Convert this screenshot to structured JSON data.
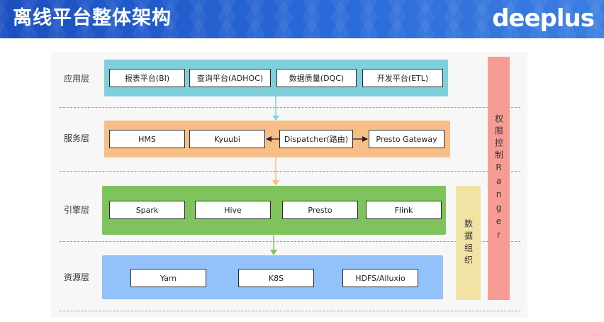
{
  "header": {
    "title": "离线平台整体架构",
    "brand": "deeplus"
  },
  "colors": {
    "header_bg": "#2a6ad8",
    "app_layer": "#7fd0dd",
    "service_layer": "#f7be87",
    "engine_layer": "#7fc35d",
    "resource_layer": "#93c2fb",
    "data_org": "#f1e3a4",
    "permission": "#f79c93"
  },
  "layers": {
    "app": {
      "label": "应用层",
      "items": [
        "报表平台(BI)",
        "查询平台(ADHOC)",
        "数据质量(DQC)",
        "开发平台(ETL)"
      ]
    },
    "service": {
      "label": "服务层",
      "items": [
        "HMS",
        "Kyuubi",
        "Dispatcher(路由)",
        "Presto Gateway"
      ]
    },
    "engine": {
      "label": "引擎层",
      "items": [
        "Spark",
        "Hive",
        "Presto",
        "Flink"
      ]
    },
    "resource": {
      "label": "资源层",
      "items": [
        "Yarn",
        "K8S",
        "HDFS/Alluxio"
      ]
    }
  },
  "side": {
    "data_org": "数据组织",
    "permission": "权限控制Ranger"
  }
}
